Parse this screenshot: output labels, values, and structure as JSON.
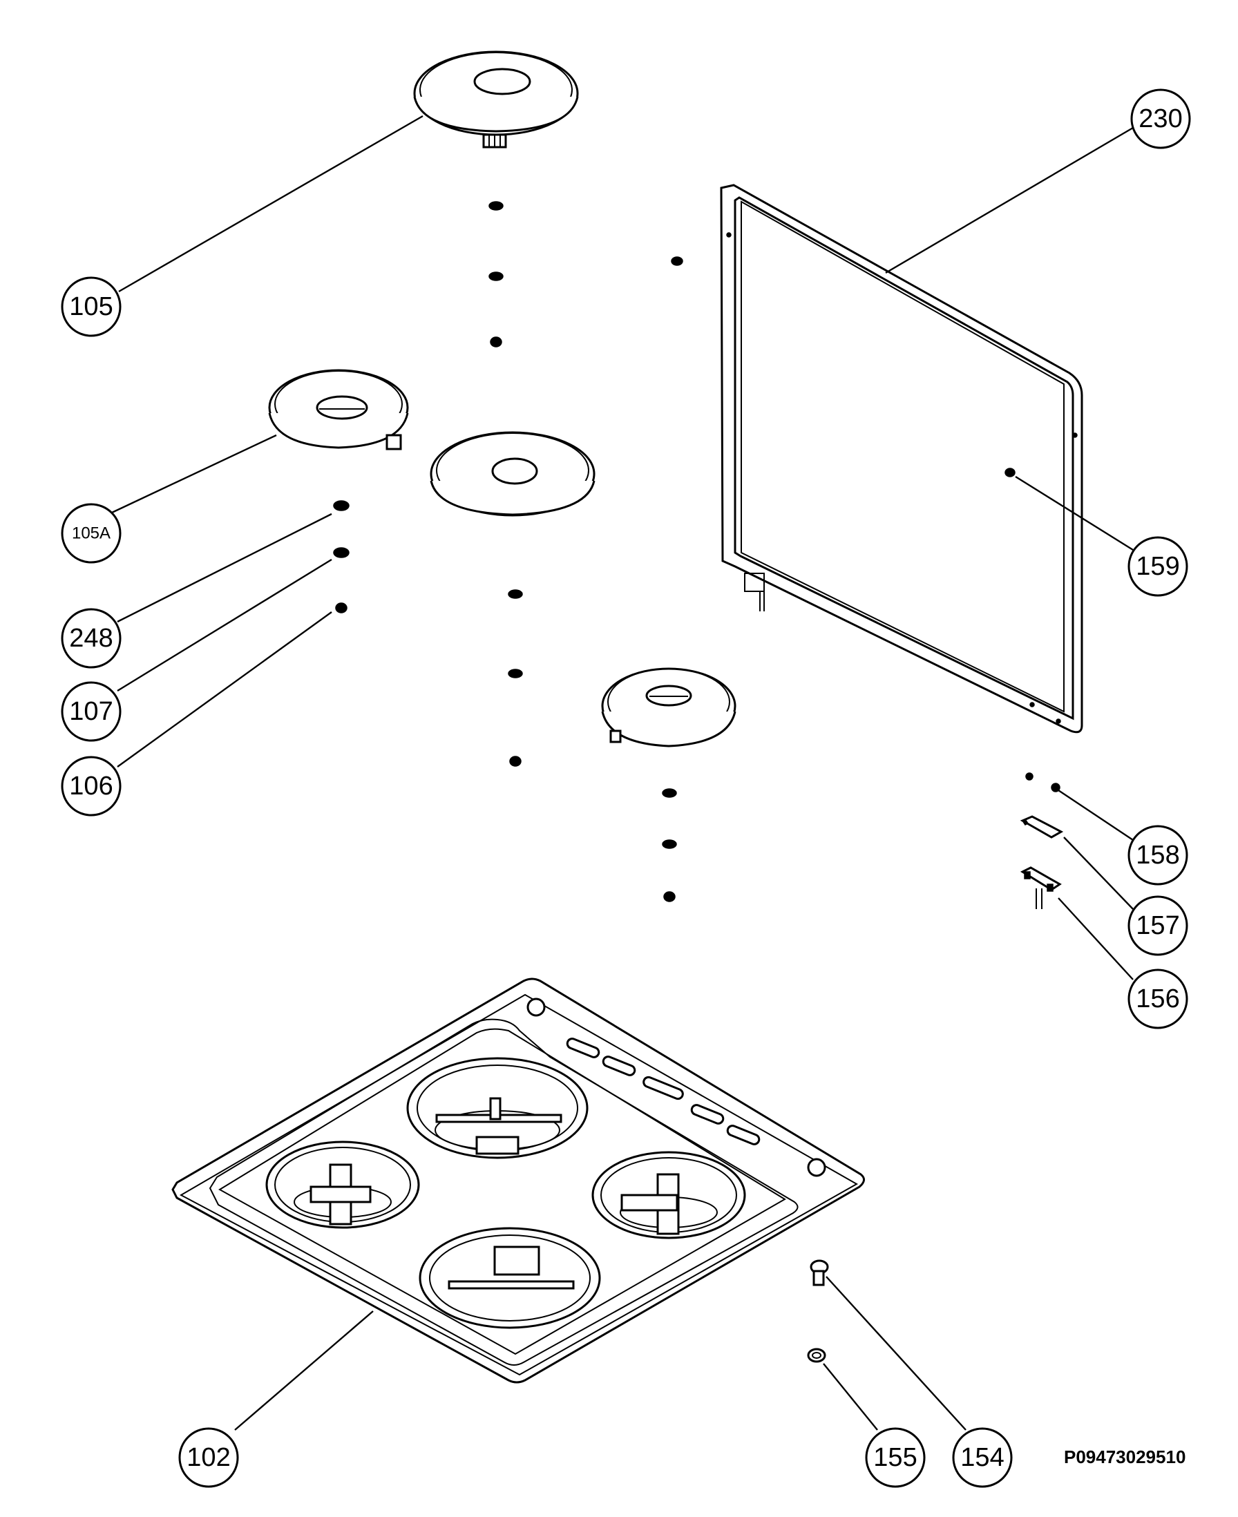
{
  "drawing_code": "P09473029510",
  "callouts": [
    {
      "id": "230",
      "label": "230"
    },
    {
      "id": "105",
      "label": "105"
    },
    {
      "id": "105A",
      "label": "105A"
    },
    {
      "id": "248",
      "label": "248"
    },
    {
      "id": "107",
      "label": "107"
    },
    {
      "id": "106",
      "label": "106"
    },
    {
      "id": "159",
      "label": "159"
    },
    {
      "id": "158",
      "label": "158"
    },
    {
      "id": "157",
      "label": "157"
    },
    {
      "id": "156",
      "label": "156"
    },
    {
      "id": "102",
      "label": "102"
    },
    {
      "id": "155",
      "label": "155"
    },
    {
      "id": "154",
      "label": "154"
    }
  ]
}
